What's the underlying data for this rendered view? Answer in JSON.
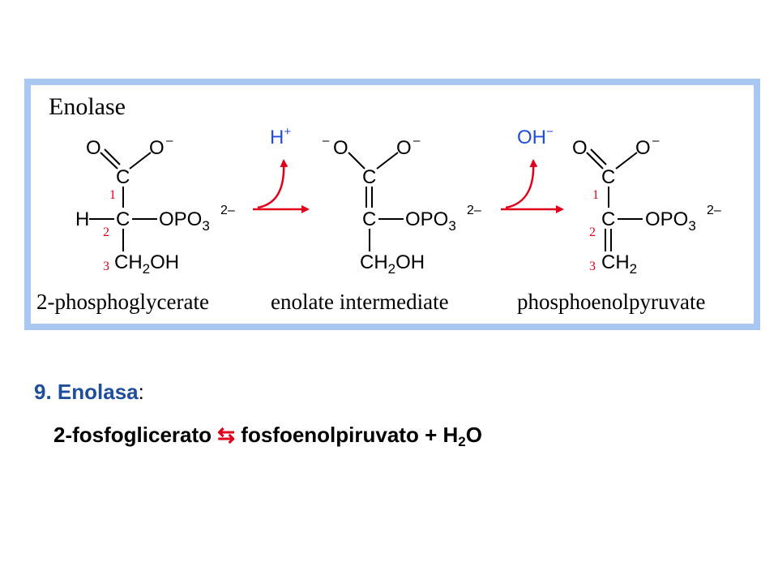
{
  "figure": {
    "title": "Enolase",
    "frame_color": "#a8c8f2",
    "accent_color": "#e0001b",
    "catalyst_in": {
      "base": "H",
      "sup": "+"
    },
    "catalyst_out": {
      "base": "OH",
      "sup": "−"
    },
    "compounds": [
      {
        "name": "2-phosphoglycerate",
        "o_left": "O",
        "o_right": "O",
        "minus": "–",
        "c1": "C",
        "c2": "C",
        "h": "H",
        "opo": "OPO",
        "sub3": "3",
        "charge": "2–",
        "ch2": "CH",
        "sub2": "2",
        "oh": "OH",
        "numbers": [
          "1",
          "2",
          "3"
        ]
      },
      {
        "name": "enolate intermediate",
        "o_left_minus": "–",
        "o_left": "O",
        "o_right": "O",
        "minus": "–",
        "c1": "C",
        "c2": "C",
        "opo": "OPO",
        "sub3": "3",
        "charge": "2–",
        "ch2": "CH",
        "sub2": "2",
        "oh": "OH"
      },
      {
        "name": "phosphoenolpyruvate",
        "o_left": "O",
        "o_right": "O",
        "minus": "–",
        "c1": "C",
        "c2": "C",
        "opo": "OPO",
        "sub3": "3",
        "charge": "2–",
        "ch2": "CH",
        "sub2": "2",
        "numbers": [
          "1",
          "2",
          "3"
        ]
      }
    ]
  },
  "caption": {
    "step": "9. Enolasa",
    "colon": ":",
    "substrate": "2-fosfoglicerato",
    "equilibrium_symbol": "⇆",
    "product": "fosfoenolpiruvato + H",
    "water_sub": "2",
    "water_tail": "O"
  }
}
